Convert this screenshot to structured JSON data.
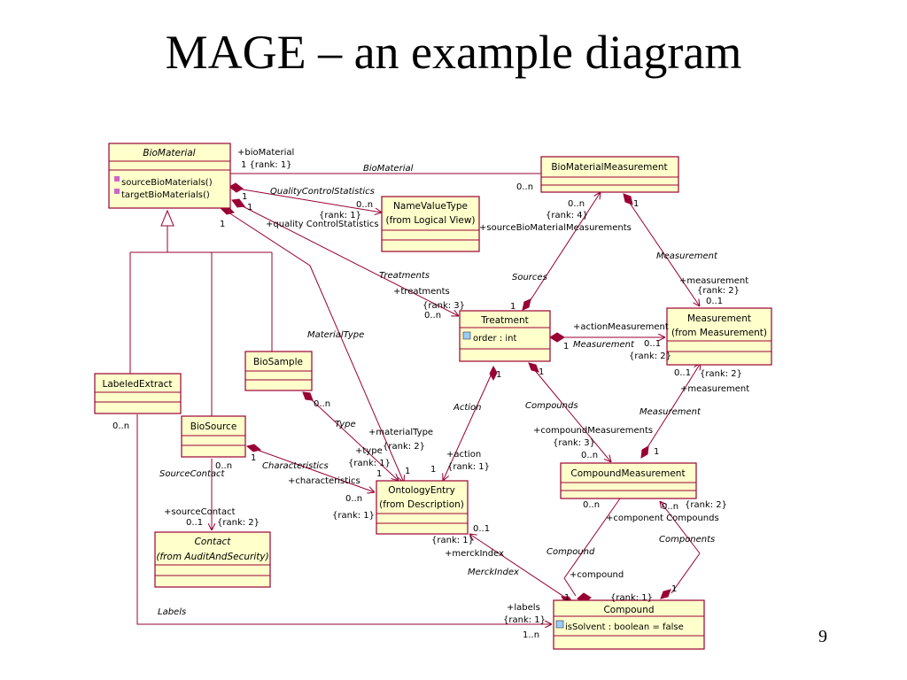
{
  "slide": {
    "title": "MAGE – an example diagram",
    "page_number": "9"
  },
  "classes": {
    "biomaterial": {
      "name": "BioMaterial",
      "ops": [
        "sourceBioMaterials()",
        "targetBioMaterials()"
      ]
    },
    "biomaterialmeasurement": {
      "name": "BioMaterialMeasurement"
    },
    "namevaluetype": {
      "name": "NameValueType",
      "sub": "(from Logical View)"
    },
    "treatment": {
      "name": "Treatment",
      "attr": "order : int"
    },
    "measurement": {
      "name": "Measurement",
      "sub": "(from Measurement)"
    },
    "biosample": {
      "name": "BioSample"
    },
    "labeledextract": {
      "name": "LabeledExtract"
    },
    "biosource": {
      "name": "BioSource"
    },
    "ontologyentry": {
      "name": "OntologyEntry",
      "sub": "(from Description)"
    },
    "compoundmeasurement": {
      "name": "CompoundMeasurement"
    },
    "contact": {
      "name": "Contact",
      "sub": "(from AuditAndSecurity)"
    },
    "compound": {
      "name": "Compound",
      "attr": "isSolvent : boolean = false"
    }
  },
  "labels": {
    "l1": "+bioMaterial",
    "l2": "1 {rank: 1}",
    "l3": "BioMaterial",
    "l4": "0..n",
    "l5": "QualityControlStatistics",
    "l6": "1",
    "l7": "0..n",
    "l8": "{rank: 1}",
    "l9": "+quality ControlStatistics",
    "l10": "1",
    "l11": "1",
    "l12": "0..n",
    "l13": "{rank: 4}",
    "l14": "+sourceBioMaterialMeasurements",
    "l15": "1",
    "l16": "Sources",
    "l17": "Measurement",
    "l18": "+measurement",
    "l19": "{rank: 2}",
    "l20": "0..1",
    "l21": "Treatments",
    "l22": "+treatments",
    "l23": "{rank: 3}",
    "l24": "0..n",
    "l25": "1",
    "l26": "+actionMeasurement",
    "l27": "1",
    "l28": "Measurement",
    "l29": "0..1",
    "l30": "{rank: 2}",
    "l31": "MaterialType",
    "l32": "0..1",
    "l33": "{rank: 2}",
    "l34": "+measurement",
    "l35": "1",
    "l36": "1",
    "l37": "Action",
    "l38": "Compounds",
    "l39": "Measurement",
    "l40": "Type",
    "l41": "+materialType",
    "l42": "{rank: 2}",
    "l43": "0..n",
    "l44": "+compoundMeasurements",
    "l45": "{rank: 3}",
    "l46": "0..n",
    "l47": "1",
    "l48": "+type",
    "l49": "{rank: 1}",
    "l50": "1",
    "l51": "1",
    "l52": "+action",
    "l53": "{rank: 1}",
    "l54": "1",
    "l55": "SourceContact",
    "l56": "0..n",
    "l57": "1",
    "l58": "Characteristics",
    "l59": "+characteristics",
    "l60": "0..n",
    "l61": "{rank: 1}",
    "l62": "+sourceContact",
    "l63": "0..1",
    "l64": "{rank: 2}",
    "l65": "0..n",
    "l66": "0..n",
    "l67": "{rank: 2}",
    "l68": "+component Compounds",
    "l69": "Components",
    "l70": "0..1",
    "l71": "{rank: 1}",
    "l72": "+merckIndex",
    "l73": "MerckIndex",
    "l74": "Compound",
    "l75": "+compound",
    "l76": "1",
    "l77": "{rank: 1}",
    "l78": "1",
    "l79": "Labels",
    "l80": "+labels",
    "l81": "{rank: 1}",
    "l82": "1..n",
    "l83": "0..n"
  }
}
